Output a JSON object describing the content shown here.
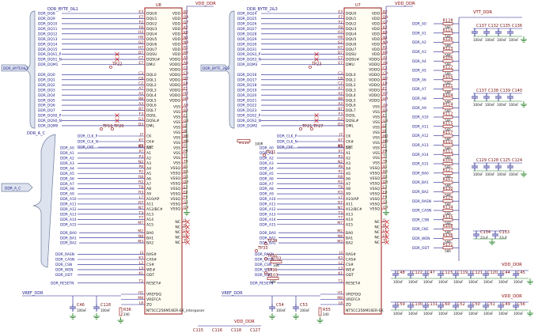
{
  "chips": [
    {
      "ref": "U8",
      "part": "NT5CC256M16ER-EK_interposer",
      "vdd": "VDD_DDR",
      "byte_bus": "DDR_BYTE_0&1",
      "byte_bus_inner": "DDR_BYTE0&1",
      "dq_nets": [
        "DDR_DQ8",
        "DDR_DQ9",
        "DDR_DQ10",
        "DDR_DQ11",
        "DDR_DQ12",
        "DDR_DQ13",
        "DDR_DQ14",
        "DDR_DQ15",
        "DDR_DQS1_P",
        "DDR_DQS1_N",
        "DDR_DQM1",
        "DDR_DQ0",
        "DDR_DQ1",
        "DDR_DQ2",
        "DDR_DQ3",
        "DDR_DQ4",
        "DDR_DQ5",
        "DDR_DQ6",
        "DDR_DQ7",
        "DDR_DQS0_P",
        "DDR_DQS0_N",
        "DDR_DQM0"
      ],
      "dq_pins": [
        "E3",
        "F7",
        "F2",
        "F8",
        "H3",
        "H8",
        "G2",
        "H7",
        "D7",
        "C7",
        "E7",
        "C3",
        "C8",
        "C2",
        "A7",
        "A2",
        "B8",
        "A3",
        "B7",
        "F3",
        "G3",
        "D3"
      ],
      "testpoints_top": [
        "TP22"
      ],
      "testpoints_mid": [
        "TP19",
        "TP20"
      ],
      "vref_caps": [
        "C46",
        "C118"
      ],
      "vref_cap_vals": [
        "100nF",
        "100nF"
      ],
      "zq_res": "R36",
      "zq_val": "240"
    },
    {
      "ref": "U7",
      "part": "NT5CC256M16ER-EK",
      "vdd": "VDD_DDR",
      "byte_bus": "DDR_BYTE_2&3",
      "byte_bus_inner": "DDR_BYTE_2&3",
      "dq_nets": [
        "DDR_DQ24",
        "DDR_DQ25",
        "DDR_DQ26",
        "DDR_DQ27",
        "DDR_DQ28",
        "DDR_DQ29",
        "DDR_DQ30",
        "DDR_DQ31",
        "DDR_DQS3_P",
        "DDR_DQS3_N",
        "DDR_DQM3",
        "DDR_DQ16",
        "DDR_DQ17",
        "DDR_DQ18",
        "DDR_DQ19",
        "DDR_DQ20",
        "DDR_DQ21",
        "DDR_DQ22",
        "DDR_DQ23",
        "DDR_DQS2_P",
        "DDR_DQS2_N",
        "DDR_DQM2"
      ],
      "dq_pins": [
        "E3",
        "F7",
        "F2",
        "F8",
        "H3",
        "H8",
        "G2",
        "H7",
        "D7",
        "C7",
        "E7",
        "C3",
        "C8",
        "C2",
        "A7",
        "A2",
        "B8",
        "A3",
        "B7",
        "F3",
        "G3",
        "D3"
      ],
      "testpoints_top": [
        "TP23"
      ],
      "testpoints_mid": [
        "TP21",
        "TP27"
      ],
      "vref_caps": [
        "C54",
        "C53"
      ],
      "vref_cap_vals": [
        "100nF",
        "100nF"
      ],
      "zq_res": "R55",
      "zq_val": "240"
    }
  ],
  "dq_pin_names": [
    "DQU0",
    "DQU1",
    "DQU2",
    "DQU3",
    "DQU4",
    "DQU5",
    "DQU6",
    "DQU7",
    "DQSU",
    "DQSU#",
    "DMU",
    "DQL0",
    "DQL1",
    "DQL2",
    "DQL3",
    "DQL4",
    "DQL5",
    "DQL6",
    "DQL7",
    "DQSL",
    "DQSL#",
    "DML"
  ],
  "right_pins_top": [
    {
      "num": "B2",
      "name": "VDD"
    },
    {
      "num": "D9",
      "name": "VDD"
    },
    {
      "num": "G7",
      "name": "VDD"
    },
    {
      "num": "K2",
      "name": "VDD"
    },
    {
      "num": "K8",
      "name": "VDD"
    },
    {
      "num": "N1",
      "name": "VDD"
    },
    {
      "num": "N9",
      "name": "VDD"
    },
    {
      "num": "R1",
      "name": "VDD"
    },
    {
      "num": "R9",
      "name": "VDD"
    },
    {
      "num": "A1",
      "name": "VDDQ"
    },
    {
      "num": "A8",
      "name": "VDDQ"
    },
    {
      "num": "C1",
      "name": "VDDQ"
    },
    {
      "num": "C9",
      "name": "VDDQ"
    },
    {
      "num": "D2",
      "name": "VDDQ"
    },
    {
      "num": "E9",
      "name": "VDDQ"
    },
    {
      "num": "F1",
      "name": "VDDQ"
    },
    {
      "num": "H2",
      "name": "VDDQ"
    },
    {
      "num": "H9",
      "name": "VDDQ"
    }
  ],
  "right_pins_vss": [
    {
      "num": "A9",
      "name": "VSS"
    },
    {
      "num": "B3",
      "name": "VSS"
    },
    {
      "num": "E1",
      "name": "VSS"
    },
    {
      "num": "G8",
      "name": "VSS"
    },
    {
      "num": "J2",
      "name": "VSS"
    },
    {
      "num": "J8",
      "name": "VSS"
    },
    {
      "num": "M1",
      "name": "VSS"
    },
    {
      "num": "M9",
      "name": "VSS"
    },
    {
      "num": "P1",
      "name": "VSS"
    },
    {
      "num": "P9",
      "name": "VSS"
    },
    {
      "num": "T1",
      "name": "VSS"
    },
    {
      "num": "T9",
      "name": "VSS"
    },
    {
      "num": "B1",
      "name": "VSSQ"
    },
    {
      "num": "B9",
      "name": "VSSQ"
    },
    {
      "num": "D1",
      "name": "VSSQ"
    },
    {
      "num": "D8",
      "name": "VSSQ"
    },
    {
      "num": "E2",
      "name": "VSSQ"
    },
    {
      "num": "E8",
      "name": "VSSQ"
    },
    {
      "num": "F9",
      "name": "VSSQ"
    },
    {
      "num": "G1",
      "name": "VSSQ"
    },
    {
      "num": "G9",
      "name": "VSSQ"
    }
  ],
  "right_pins_nc": [
    {
      "num": "J1",
      "name": "NC"
    },
    {
      "num": "J9",
      "name": "NC"
    },
    {
      "num": "L1",
      "name": "NC"
    },
    {
      "num": "L9",
      "name": "NC"
    },
    {
      "num": "T7",
      "name": "NC"
    }
  ],
  "clk_pins": [
    {
      "net": "DDR_CLK_P",
      "num": "J7",
      "name": "CK"
    },
    {
      "net": "DDR_CLK_N",
      "num": "K7",
      "name": "CK#"
    },
    {
      "net": "DDR_CKE",
      "num": "K9",
      "name": "CKE"
    }
  ],
  "addr_bus": "DDR_A_C",
  "addr_pins": [
    {
      "net": "DDR_A0",
      "num": "N3",
      "name": "A0"
    },
    {
      "net": "DDR_A1",
      "num": "P7",
      "name": "A1"
    },
    {
      "net": "DDR_A2",
      "num": "P3",
      "name": "A2"
    },
    {
      "net": "DDR_A3",
      "num": "N2",
      "name": "A3"
    },
    {
      "net": "DDR_A4",
      "num": "P8",
      "name": "A4"
    },
    {
      "net": "DDR_A5",
      "num": "P2",
      "name": "A5"
    },
    {
      "net": "DDR_A6",
      "num": "R8",
      "name": "A6"
    },
    {
      "net": "DDR_A7",
      "num": "R2",
      "name": "A7"
    },
    {
      "net": "DDR_A8",
      "num": "T8",
      "name": "A8"
    },
    {
      "net": "DDR_A9",
      "num": "R3",
      "name": "A9"
    },
    {
      "net": "DDR_A10",
      "num": "L7",
      "name": "A10/AP"
    },
    {
      "net": "DDR_A11",
      "num": "R7",
      "name": "A11"
    },
    {
      "net": "DDR_A12",
      "num": "N7",
      "name": "A12/BC#"
    },
    {
      "net": "DDR_A13",
      "num": "T3",
      "name": "A13"
    },
    {
      "net": "DDR_A14",
      "num": "T7",
      "name": "A14"
    },
    {
      "net": "DDR_A15",
      "num": "M7",
      "name": "A15"
    }
  ],
  "ba_pins": [
    {
      "net": "DDR_BA0",
      "num": "M2",
      "name": "BA0"
    },
    {
      "net": "DDR_BA1",
      "num": "N8",
      "name": "BA1"
    },
    {
      "net": "DDR_BA2",
      "num": "M3",
      "name": "BA2"
    }
  ],
  "ctrl_pins": [
    {
      "net": "DDR_RASN",
      "num": "J3",
      "name": "RAS#"
    },
    {
      "net": "DDR_CASN",
      "num": "K3",
      "name": "CAS#"
    },
    {
      "net": "DDR_CSN",
      "num": "L2",
      "name": "CS#"
    },
    {
      "net": "DDR_WEN",
      "num": "L3",
      "name": "WE#"
    },
    {
      "net": "DDR_ODT",
      "num": "K1",
      "name": "ODT"
    }
  ],
  "reset_pin": {
    "net": "DDR_RESETN",
    "num": "T2",
    "name": "RESET#"
  },
  "vref_pins": [
    {
      "num": "H1",
      "name": "VREFDQ"
    },
    {
      "num": "M8",
      "name": "VREFCA"
    },
    {
      "num": "L8",
      "name": "ZQ"
    }
  ],
  "vref_net": "VREF_DDR",
  "u7_extra": {
    "clk_res": "R118",
    "clk_res_val": "100R",
    "tp": "TP31",
    "tp_ctrl": [
      "TP34",
      "TP33",
      "TP35",
      "TP36"
    ],
    "ctrl_res": [
      "R102",
      "R103"
    ],
    "ctrl_res_vals": [
      "10K",
      "10K"
    ]
  },
  "vtt_rail": "VTT_DDR",
  "vtt_nets": [
    "DDR_A0",
    "DDR_A1",
    "DDR_A2",
    "DDR_A3",
    "DDR_A4",
    "DDR_A5",
    "DDR_A6",
    "DDR_A7",
    "DDR_A8",
    "DDR_A9",
    "DDR_A10",
    "DDR_A11",
    "DDR_A12",
    "DDR_A13",
    "DDR_A14",
    "DDR_A15",
    "DDR_BA0",
    "DDR_BA1",
    "DDR_BA2",
    "DDR_RASN",
    "DDR_CASN",
    "DDR_CSN",
    "DDR_CKE",
    "DDR_WEN",
    "DDR_ODT"
  ],
  "vtt_res": [
    "R128",
    "R116",
    "R126",
    "R123",
    "R106",
    "R122",
    "R105",
    "R121",
    "R104",
    "R114",
    "R112",
    "R115",
    "R117",
    "R110",
    "R111",
    "R109",
    "R127",
    "R107",
    "R130",
    "R129",
    "R134",
    "R135",
    "R108",
    "R136",
    "R131"
  ],
  "vtt_res_val": "56R",
  "vtt_caps_a": [
    "C137",
    "C132",
    "C135",
    "C136"
  ],
  "vtt_caps_b": [
    "C137",
    "C138",
    "C139",
    "C140"
  ],
  "vtt_caps_c": [
    "C129",
    "C128",
    "C125",
    "C124"
  ],
  "vtt_caps_d": [
    "C134",
    "C133"
  ],
  "vtt_cap_vals": [
    "100nF",
    "100nF",
    "100nF",
    "100nF"
  ],
  "vtt_cap_vals_d": [
    "22uF",
    "22uF"
  ],
  "vdd_caps_row1": [
    "C48",
    "C122",
    "C47",
    "C123",
    "C119",
    "C121",
    "C120",
    "C44",
    "C45"
  ],
  "vdd_caps_row2": [
    "C59",
    "C130",
    "C131",
    "C60",
    "C52",
    "C50",
    "C51",
    "C49",
    "C56"
  ],
  "vdd_cap_val": "100nF",
  "bottom_caps": [
    "C115",
    "C116",
    "C118",
    "C127"
  ],
  "rails": {
    "vdd": "VDD_DDR",
    "vtt": "VTT_DDR",
    "vref": "VREF_DDR"
  }
}
